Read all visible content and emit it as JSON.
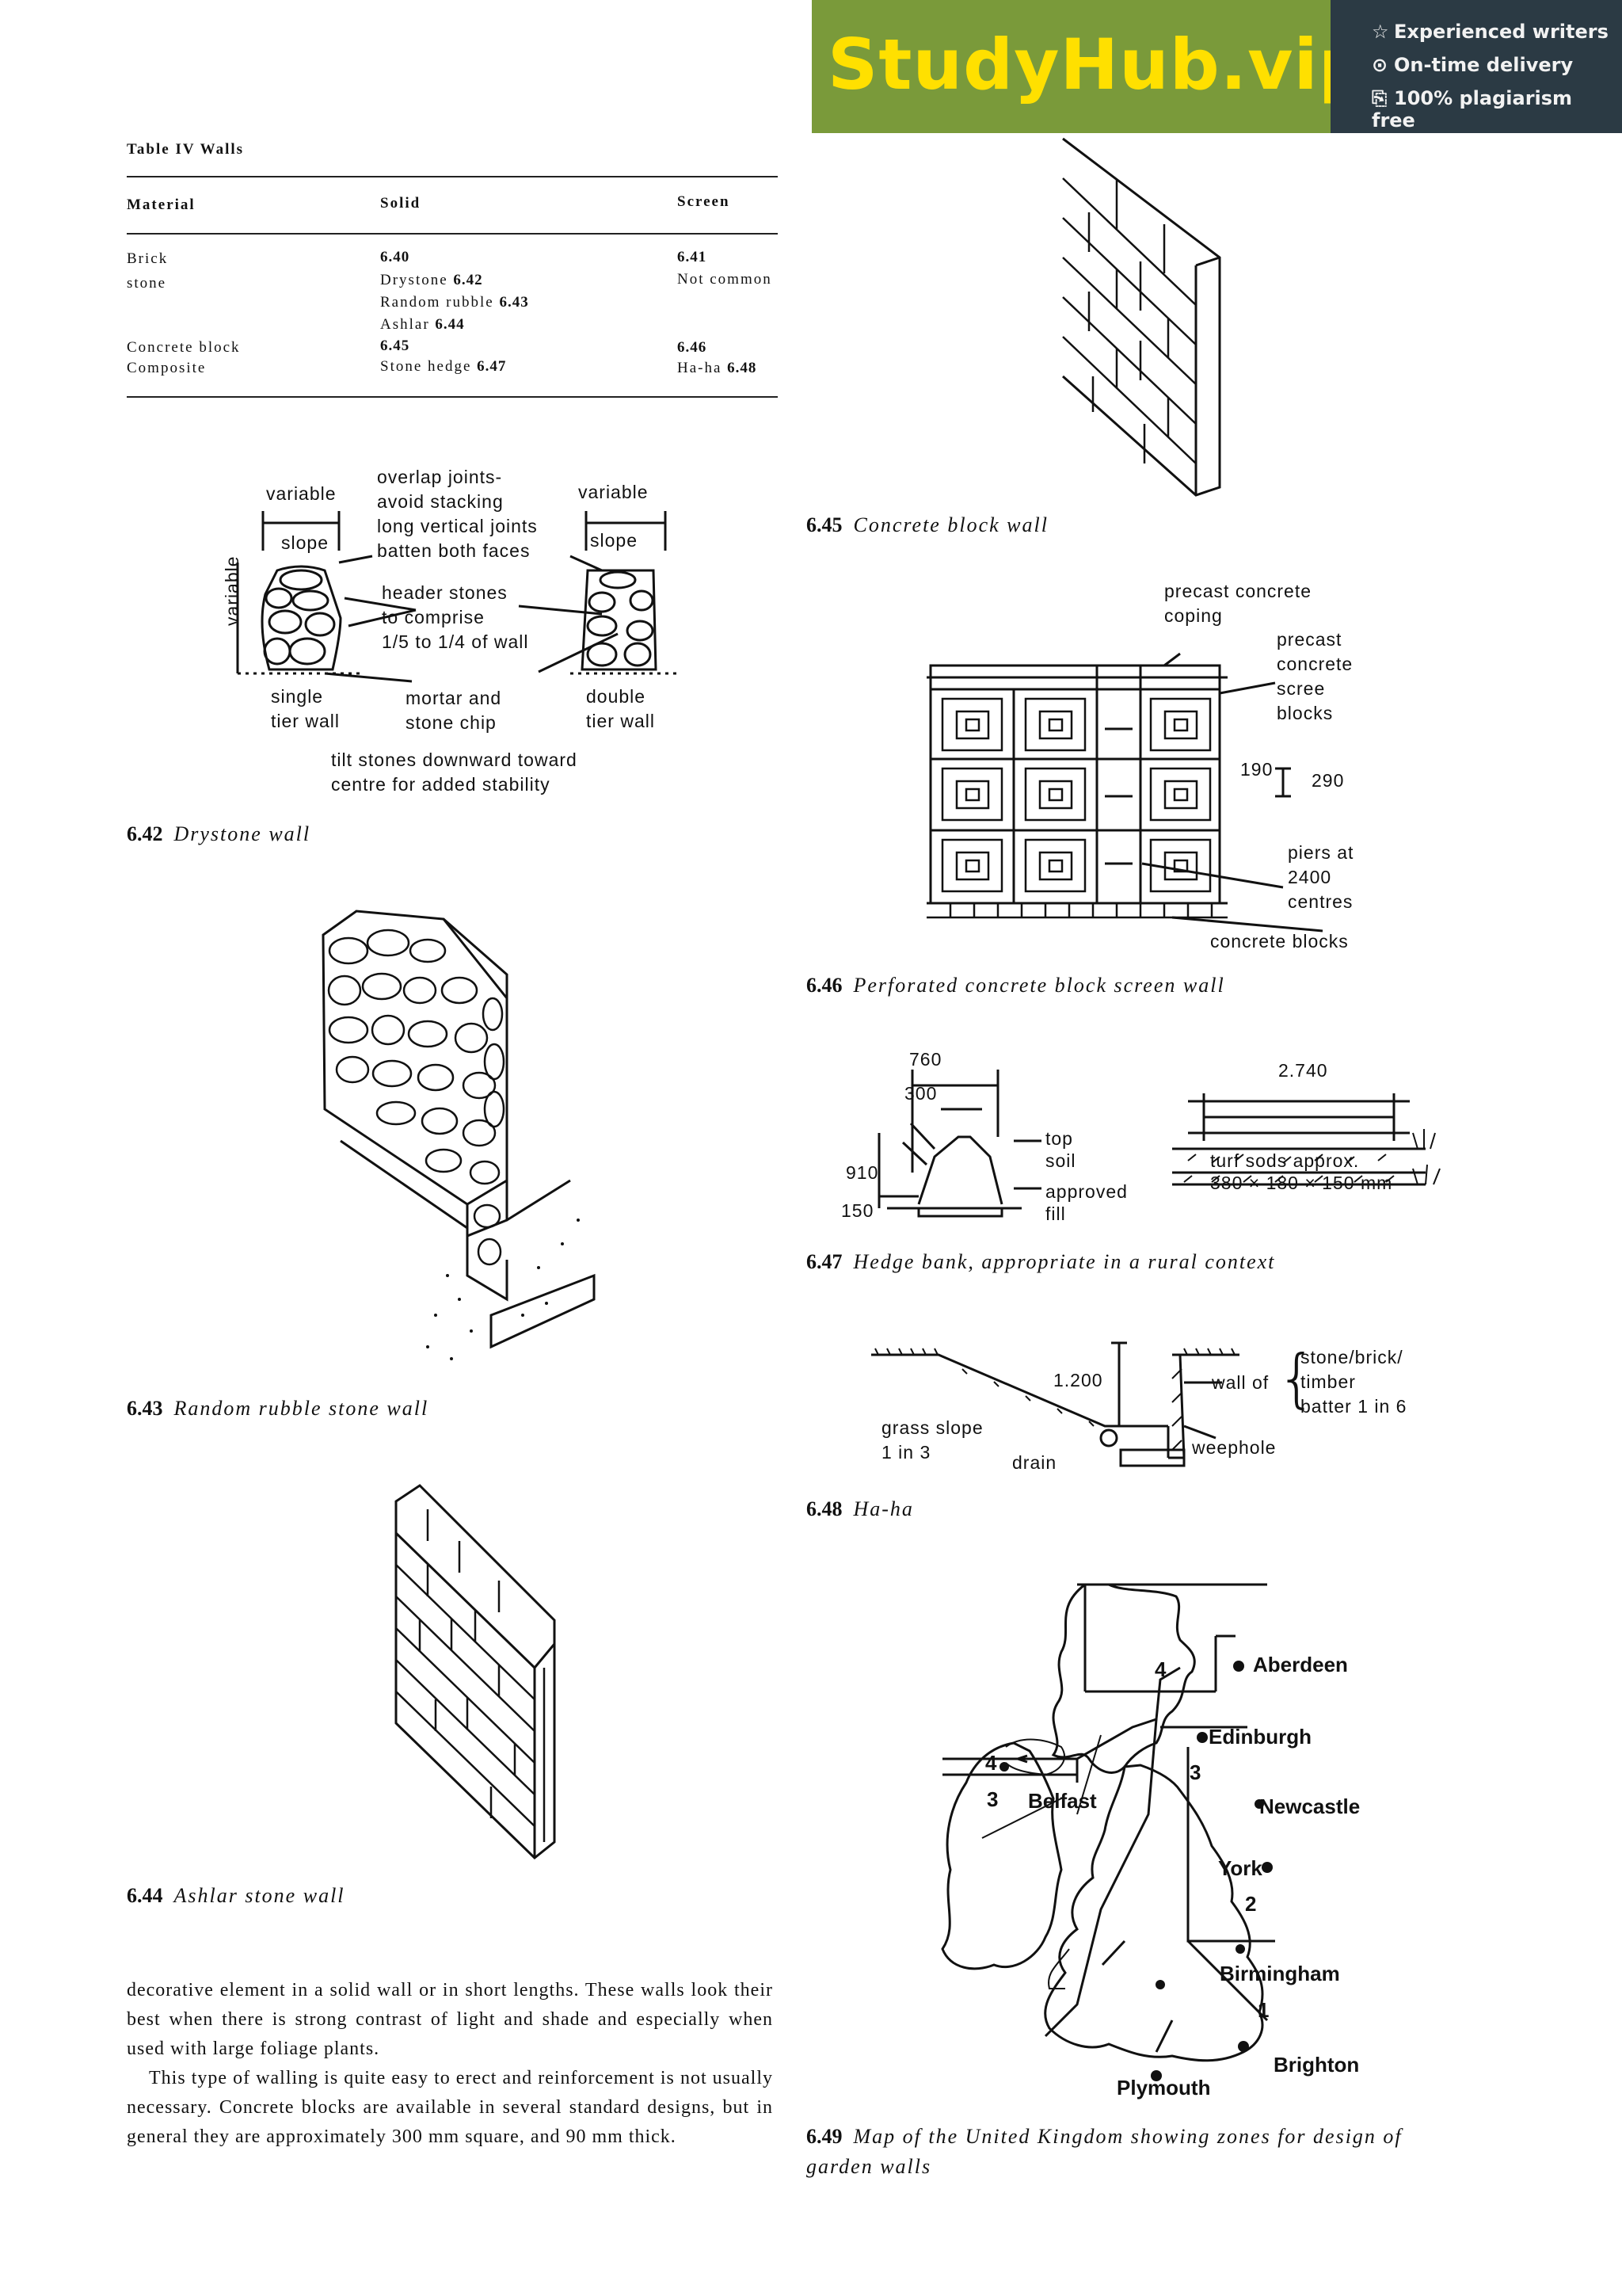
{
  "banner": {
    "brand": "StudyHub.vip",
    "features": [
      "Experienced writers",
      "On-time delivery",
      "100% plagiarism free"
    ],
    "icons": [
      "star-icon",
      "clock-icon",
      "document-icon"
    ],
    "colors": {
      "green": "#7a9a3a",
      "dark": "#2b3a44",
      "yellow": "#ffe000"
    }
  },
  "table": {
    "title": "Table IV Walls",
    "headers": [
      "Material",
      "Solid",
      "Screen"
    ],
    "rows": [
      {
        "material": "Brick",
        "solid": [
          {
            "text": "",
            "ref": "6.40"
          }
        ],
        "screen": [
          {
            "text": "",
            "ref": "6.41"
          }
        ]
      },
      {
        "material": "stone",
        "solid": [
          {
            "text": "Drystone",
            "ref": "6.42"
          },
          {
            "text": "Random rubble",
            "ref": "6.43"
          },
          {
            "text": "Ashlar",
            "ref": "6.44"
          }
        ],
        "screen": [
          {
            "text": "Not common",
            "ref": ""
          }
        ]
      },
      {
        "material": "Concrete block",
        "solid": [
          {
            "text": "",
            "ref": "6.45"
          }
        ],
        "screen": [
          {
            "text": "",
            "ref": "6.46"
          }
        ]
      },
      {
        "material": "Composite",
        "solid": [
          {
            "text": "Stone hedge",
            "ref": "6.47"
          }
        ],
        "screen": [
          {
            "text": "Ha-ha",
            "ref": "6.48"
          }
        ]
      }
    ]
  },
  "fig642": {
    "num": "6.42",
    "title": "Drystone wall",
    "labels": {
      "variable_left": "variable",
      "variable_right": "variable",
      "variable_vertical": "variable",
      "slope_left": "slope",
      "slope_right": "slope",
      "overlap": "overlap joints-",
      "avoid": "avoid stacking",
      "long": "long vertical joints",
      "batten": "batten both faces",
      "header1": "header stones",
      "header2": "to comprise",
      "header3": "1/5 to 1/4 of wall",
      "single1": "single",
      "single2": "tier wall",
      "mortar1": "mortar and",
      "mortar2": "stone chip",
      "double1": "double",
      "double2": "tier wall",
      "tilt1": "tilt stones downward toward",
      "tilt2": "centre for added stability"
    }
  },
  "fig643": {
    "num": "6.43",
    "title": "Random rubble stone wall"
  },
  "fig644": {
    "num": "6.44",
    "title": "Ashlar stone wall"
  },
  "fig645": {
    "num": "6.45",
    "title": "Concrete block wall"
  },
  "fig646": {
    "num": "6.46",
    "title": "Perforated concrete block screen wall",
    "labels": {
      "precast1": "precast concrete",
      "coping": "coping",
      "precast2": "precast",
      "concrete": "concrete",
      "scree": "scree",
      "blocks": "blocks",
      "dim190": "190",
      "dim290": "290",
      "piers": "piers at",
      "spacing": "2400",
      "centres": "centres",
      "concrete_blocks": "concrete blocks"
    }
  },
  "fig647": {
    "num": "6.47",
    "title": "Hedge bank, appropriate in a rural context",
    "labels": {
      "d760": "760",
      "d300": "300",
      "d910": "910",
      "d150": "150",
      "top": "top",
      "soil": "soil",
      "approved": "approved",
      "fill": "fill",
      "d2740": "2.740",
      "turf1": "turf sods approx.",
      "turf2": "380 × 180 × 150 mm"
    }
  },
  "fig648": {
    "num": "6.48",
    "title": "Ha-ha",
    "labels": {
      "d1200": "1.200",
      "wall_of": "wall of",
      "stone": "stone/brick/",
      "timber": "timber",
      "batter": "batter 1 in 6",
      "grass1": "grass slope",
      "grass2": "1 in 3",
      "drain": "drain",
      "weephole": "weephole"
    }
  },
  "fig649": {
    "num": "6.49",
    "title": "Map of the United Kingdom showing zones for design of garden walls",
    "cities": [
      "Aberdeen",
      "Edinburgh",
      "Belfast",
      "Newcastle",
      "York",
      "Birmingham",
      "Brighton",
      "Plymouth"
    ],
    "zones": [
      "4",
      "4",
      "3",
      "3",
      "2",
      "1"
    ]
  },
  "body_text": {
    "p1": "decorative element in a solid wall or in short lengths. These walls look their best when there is strong contrast of light and shade and especially when used with large foliage plants.",
    "p2": "This type of walling is quite easy to erect and reinforcement is not usually necessary. Concrete blocks are available in several standard designs, but in general they are approximately 300 mm square, and 90 mm thick."
  }
}
